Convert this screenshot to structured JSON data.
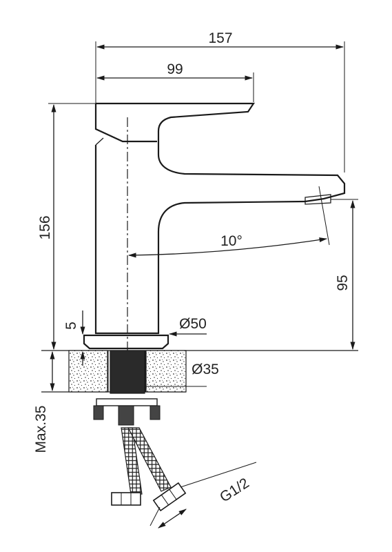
{
  "dimensions": {
    "overall_length": "157",
    "handle_length": "99",
    "overall_height": "156",
    "spout_height": "95",
    "spout_angle": "10°",
    "base_diameter": "Ø50",
    "shank_diameter": "Ø35",
    "base_offset": "5",
    "max_deck_thickness": "Max.35",
    "connection_thread": "G1/2"
  },
  "colors": {
    "line": "#1a1a1a",
    "background": "#ffffff",
    "hatch": "#555555"
  }
}
